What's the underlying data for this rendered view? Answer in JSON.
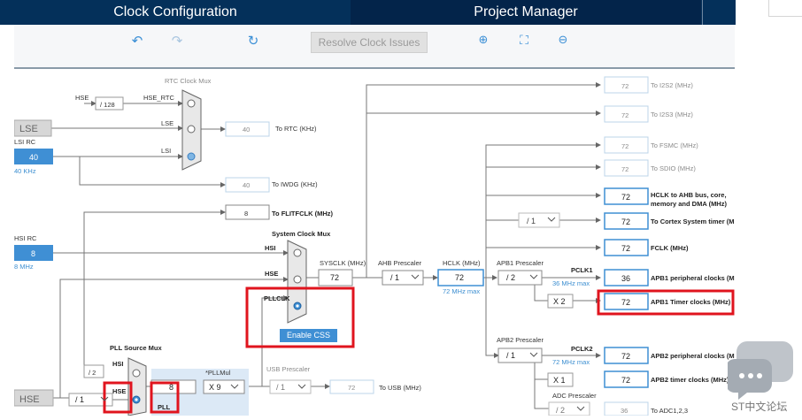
{
  "tabs": {
    "clock": "Clock Configuration",
    "project": "Project Manager"
  },
  "toolbar": {
    "resolve_label": "Resolve Clock Issues"
  },
  "rtc_mux": {
    "title": "RTC Clock Mux",
    "hse": "HSE",
    "div128": "/ 128",
    "hse_rtc": "HSE_RTC",
    "lse_in": "LSE",
    "lsi_in": "LSI",
    "rtc_value": "40",
    "rtc_label": "To RTC (KHz)",
    "iwdg_value": "40",
    "iwdg_label": "To IWDG (KHz)"
  },
  "sources": {
    "lse": "LSE",
    "lsi_rc": "LSI RC",
    "lsi_value": "40",
    "lsi_khz": "40 KHz",
    "hsi_rc": "HSI RC",
    "hsi_value": "8",
    "hsi_mhz": "8 MHz",
    "hse": "HSE"
  },
  "flitf": {
    "value": "8",
    "label": "To FLITFCLK (MHz)"
  },
  "sys_mux": {
    "title": "System Clock Mux",
    "hsi": "HSI",
    "hse": "HSE",
    "pllclk": "PLLCLK"
  },
  "sysclk": {
    "label": "SYSCLK (MHz)",
    "value": "72"
  },
  "ahb": {
    "label": "AHB Prescaler",
    "value": "/ 1"
  },
  "hclk": {
    "label": "HCLK (MHz)",
    "value": "72",
    "max": "72 MHz max"
  },
  "apb1": {
    "label": "APB1 Prescaler",
    "value": "/ 2",
    "pclk": "PCLK1",
    "max": "36 MHz max",
    "x2": "X 2"
  },
  "apb2": {
    "label": "APB2 Prescaler",
    "value": "/ 1",
    "pclk": "PCLK2",
    "max": "72 MHz max",
    "x1": "X 1"
  },
  "cortex_div": "/ 1",
  "pll": {
    "mux_title": "PLL Source Mux",
    "div2": "/ 2",
    "hsi": "HSI",
    "hse": "HSE",
    "pll": "PLL",
    "hse_div": "/ 1",
    "mul_label": "*PLLMul",
    "mul_value": "X 9",
    "pll_input": "8"
  },
  "usb": {
    "label": "USB Prescaler",
    "value": "/ 1",
    "out_value": "72",
    "out_label": "To USB (MHz)"
  },
  "adc": {
    "label": "ADC Prescaler",
    "value": "/ 2",
    "out_value": "36",
    "out_label": "To ADC1,2,3"
  },
  "enable_css": "Enable CSS",
  "outputs": [
    {
      "value": "72",
      "label": "To I2S2 (MHz)"
    },
    {
      "value": "72",
      "label": "To I2S3 (MHz)"
    },
    {
      "value": "72",
      "label": "To FSMC (MHz)"
    },
    {
      "value": "72",
      "label": "To SDIO (MHz)"
    },
    {
      "value": "72",
      "label": "HCLK to AHB bus, core,",
      "label2": "memory and DMA (MHz)"
    },
    {
      "value": "72",
      "label": "To Cortex System timer (M"
    },
    {
      "value": "72",
      "label": "FCLK (MHz)"
    },
    {
      "value": "36",
      "label": "APB1 peripheral clocks (M"
    },
    {
      "value": "72",
      "label": "APB1 Timer clocks (MHz)"
    },
    {
      "value": "72",
      "label": "APB2 peripheral clocks (M"
    },
    {
      "value": "72",
      "label": "APB2 timer clocks (MHz)"
    }
  ],
  "watermark": "ST中文论坛",
  "colors": {
    "tab_bg": "#04305a",
    "accent": "#3f8fd4",
    "highlight": "#e0141e"
  }
}
